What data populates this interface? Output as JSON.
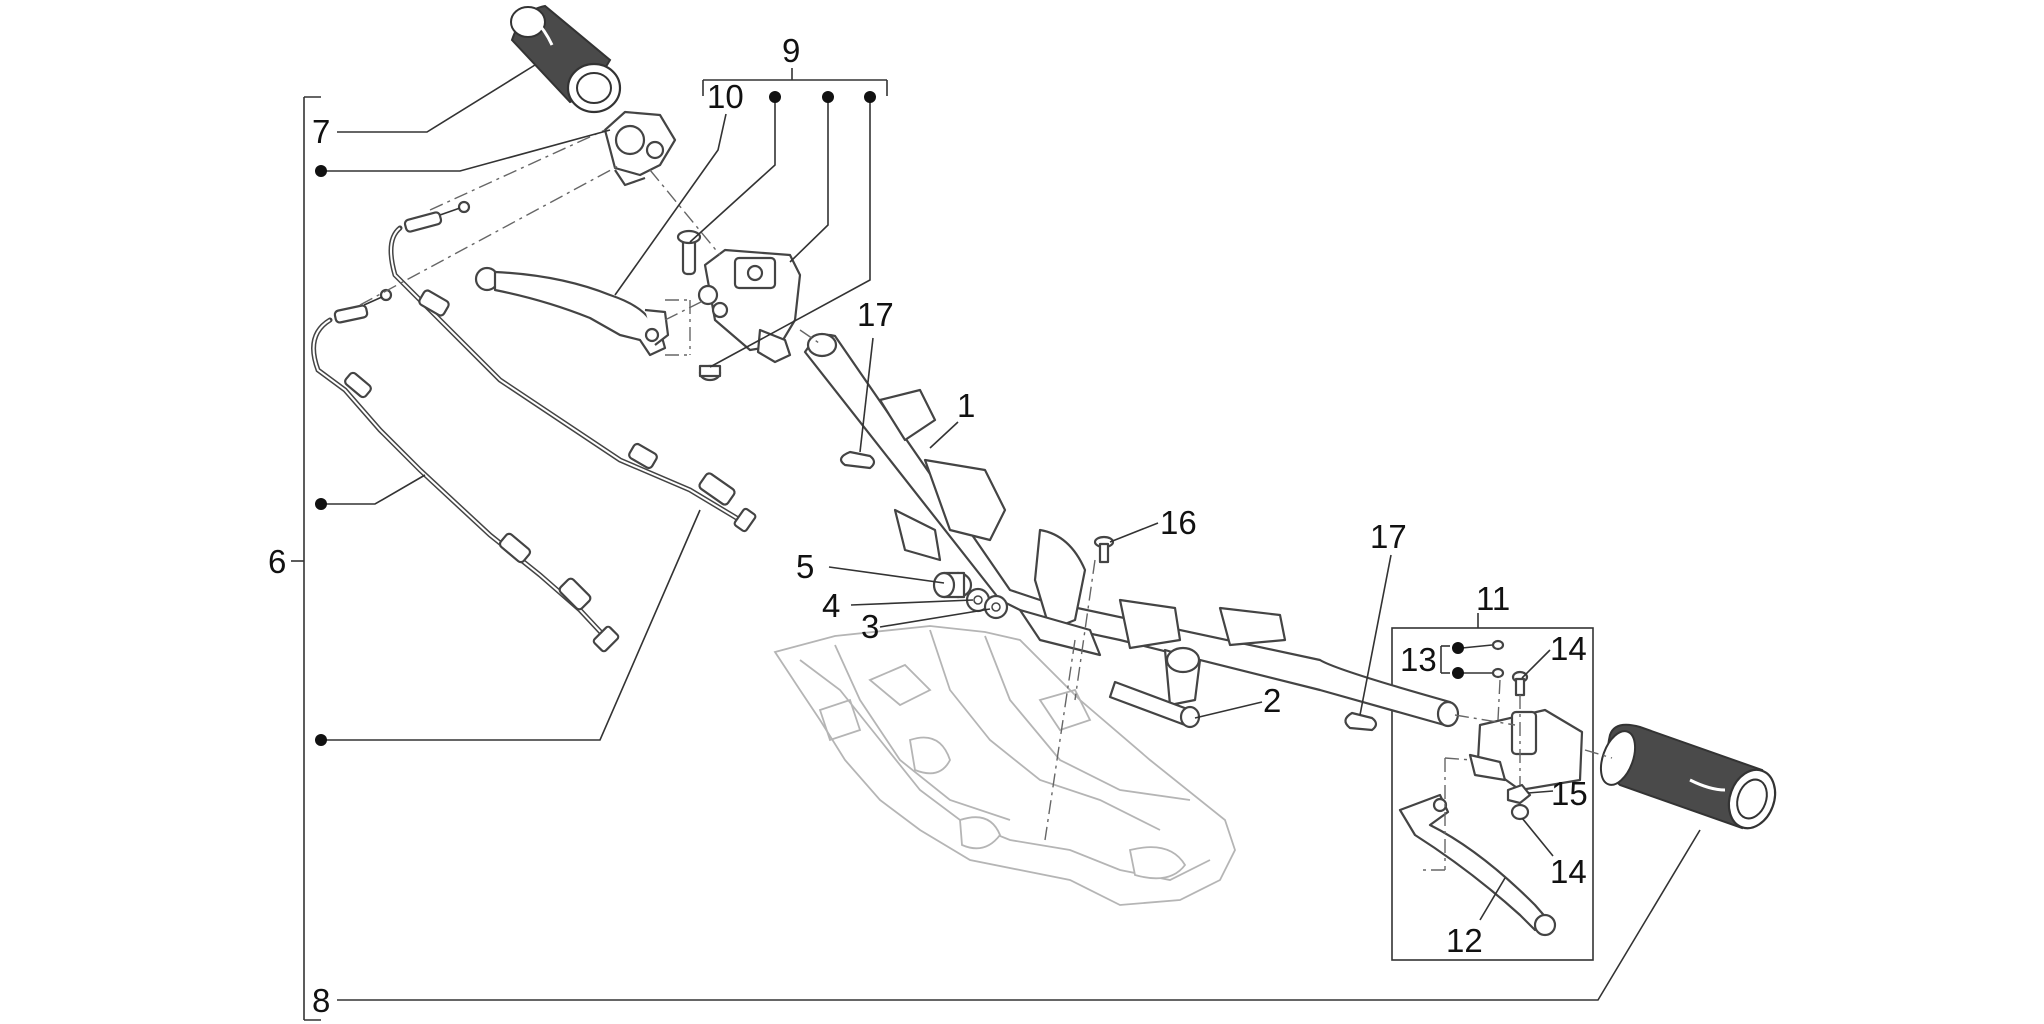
{
  "diagram": {
    "callouts": {
      "c1": "1",
      "c2": "2",
      "c3": "3",
      "c4": "4",
      "c5": "5",
      "c6": "6",
      "c7": "7",
      "c8": "8",
      "c9": "9",
      "c10": "10",
      "c11": "11",
      "c12": "12",
      "c13": "13",
      "c14a": "14",
      "c14b": "14",
      "c15": "15",
      "c16": "16",
      "c17a": "17",
      "c17b": "17"
    },
    "colors": {
      "line": "#333333",
      "ghost": "#b5b5b5",
      "grip": "#4a4a4a"
    }
  }
}
